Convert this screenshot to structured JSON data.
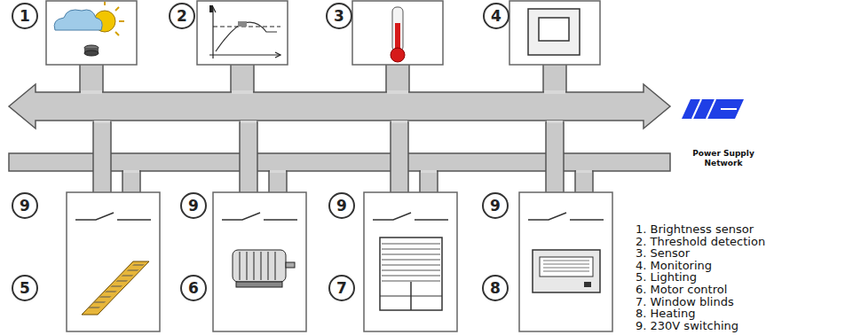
{
  "diagram": {
    "nodes": [
      {
        "text": [
          "1"
        ]
      },
      {
        "text": [
          "2"
        ]
      },
      {
        "text": [
          "3"
        ]
      },
      {
        "text": [
          "4"
        ]
      },
      {
        "text": [
          "9"
        ]
      },
      {
        "text": [
          "9"
        ]
      },
      {
        "text": [
          "9"
        ]
      },
      {
        "text": [
          "9"
        ]
      },
      {
        "text": [
          "5"
        ]
      },
      {
        "text": [
          "6"
        ]
      },
      {
        "text": [
          "7"
        ]
      },
      {
        "text": [
          "8"
        ]
      }
    ],
    "labels": [
      "Power Supply Network",
      "1. Brightness sensor",
      "2. Threshold detection",
      "3. Sensor",
      "4. Monitoring",
      "5. Lighting",
      "6. Motor control",
      "7. Window blinds",
      "8. Heating",
      "9. 230V switching"
    ]
  }
}
